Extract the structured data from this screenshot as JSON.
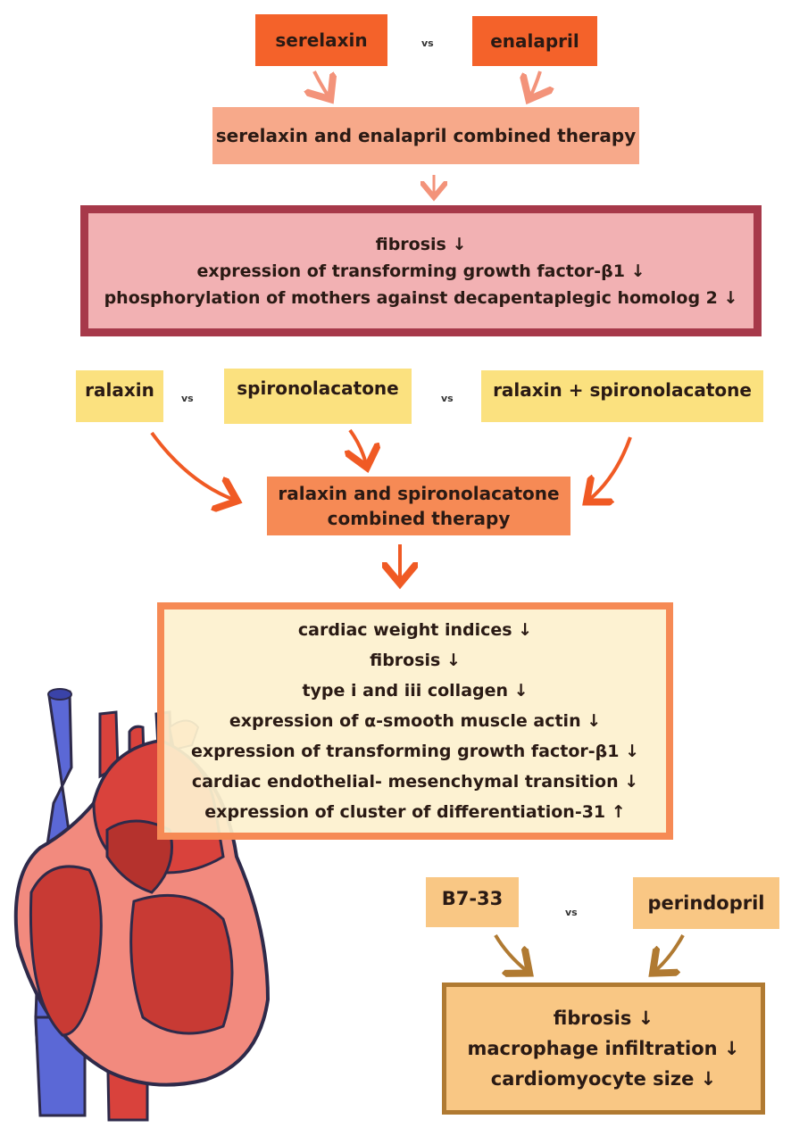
{
  "section1": {
    "drug_a": "serelaxin",
    "vs": "vs",
    "drug_b": "enalapril",
    "combined": "serelaxin and enalapril combined therapy",
    "effects": [
      "fibrosis ↓",
      "expression of transforming growth factor-β1 ↓",
      "phosphorylation of mothers against decapentaplegic homolog 2 ↓"
    ]
  },
  "section2": {
    "drug_a": "ralaxin",
    "vs1": "vs",
    "drug_b": "spironolacatone",
    "vs2": "vs",
    "drug_c": "ralaxin + spironolacatone",
    "combined_line1": "ralaxin and spironolacatone",
    "combined_line2": "combined therapy",
    "effects": [
      "cardiac weight indices ↓",
      "fibrosis ↓",
      "type i and iii collagen ↓",
      "expression of α-smooth muscle actin ↓",
      "expression of transforming growth factor-β1 ↓",
      "cardiac endothelial- mesenchymal transition ↓",
      "expression of cluster of differentiation-31 ↑"
    ]
  },
  "section3": {
    "drug_a": "B7-33",
    "vs": "vs",
    "drug_b": "perindopril",
    "effects": [
      "fibrosis ↓",
      "macrophage infiltration ↓",
      "cardiomyocyte size ↓"
    ]
  },
  "colors": {
    "orange_box": "#f4622a",
    "salmon_box": "#f7a98a",
    "pink_box": "#f2b1b3",
    "maroon_border": "#a7394a",
    "yellow_box": "#fbe17f",
    "orange_mid": "#f68a55",
    "cream_box": "#fdf1cf",
    "tan_box": "#f9c784",
    "brown_border": "#b07a32"
  }
}
